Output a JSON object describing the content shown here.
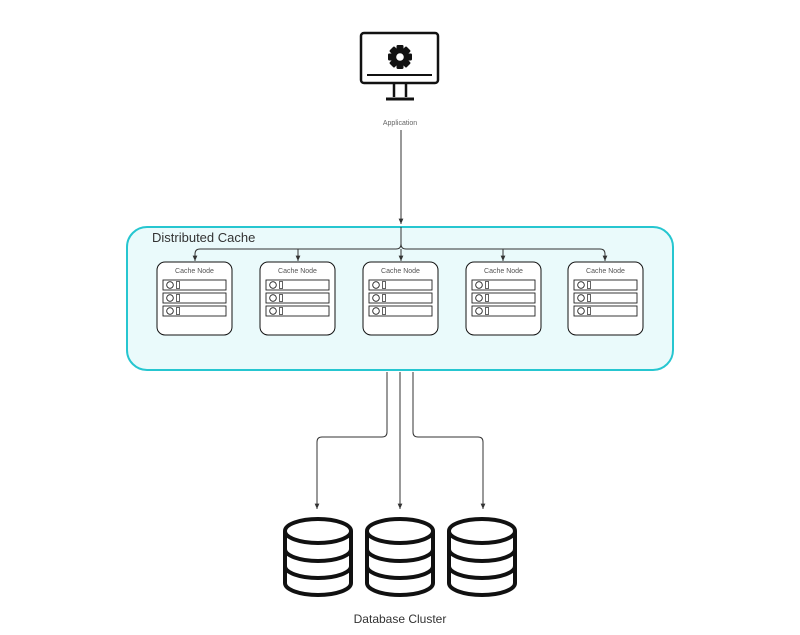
{
  "application": {
    "label": "Application",
    "icon": "monitor-gear-icon"
  },
  "cache": {
    "title": "Distributed Cache",
    "fill_color": "#eafafb",
    "border_color": "#26c6d0",
    "nodes": [
      {
        "label": "Cache Node"
      },
      {
        "label": "Cache Node"
      },
      {
        "label": "Cache Node"
      },
      {
        "label": "Cache Node"
      },
      {
        "label": "Cache Node"
      }
    ]
  },
  "database": {
    "label": "Database Cluster",
    "icon": "database-icon",
    "count": 3
  }
}
